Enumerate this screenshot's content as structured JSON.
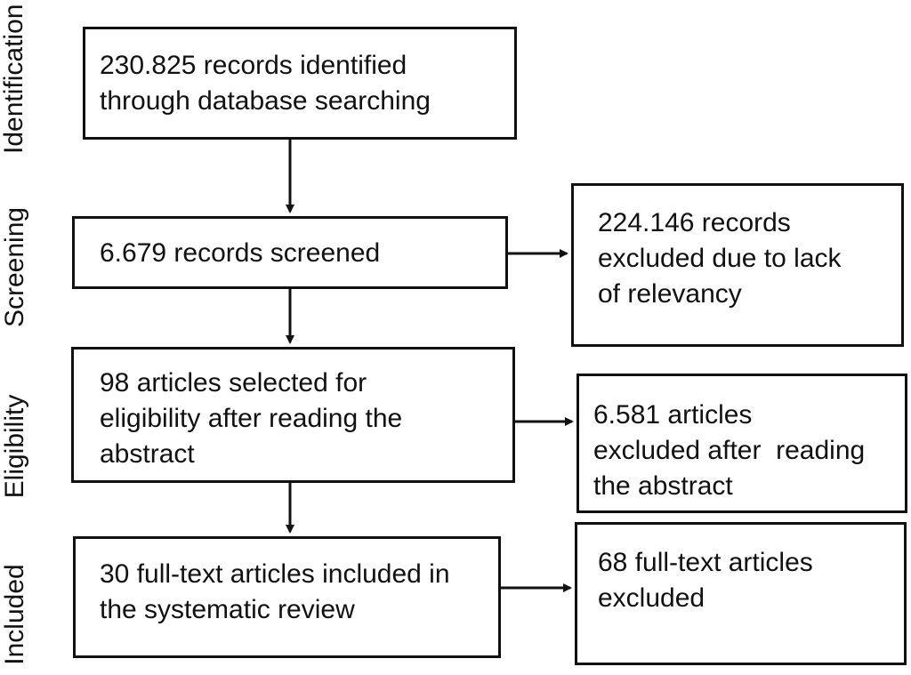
{
  "stages": {
    "identification": "Identification",
    "screening": "Screening",
    "eligibility": "Eligibility",
    "included": "Included"
  },
  "boxes": {
    "identified": {
      "lines": [
        "230.825 records identified",
        "through database searching"
      ]
    },
    "screened": {
      "lines": [
        "6.679 records screened"
      ]
    },
    "excluded_relevancy": {
      "lines": [
        "224.146 records",
        "excluded due to lack",
        "of relevancy"
      ]
    },
    "selected_eligibility": {
      "lines": [
        "98 articles selected for",
        "eligibility after reading the",
        "abstract"
      ]
    },
    "excluded_abstract": {
      "lines": [
        "6.581 articles",
        "excluded after  reading",
        "the abstract"
      ]
    },
    "included_review": {
      "lines": [
        "30 full-text articles included in",
        "the systematic review"
      ]
    },
    "excluded_fulltext": {
      "lines": [
        "68 full-text articles",
        "excluded"
      ]
    }
  }
}
